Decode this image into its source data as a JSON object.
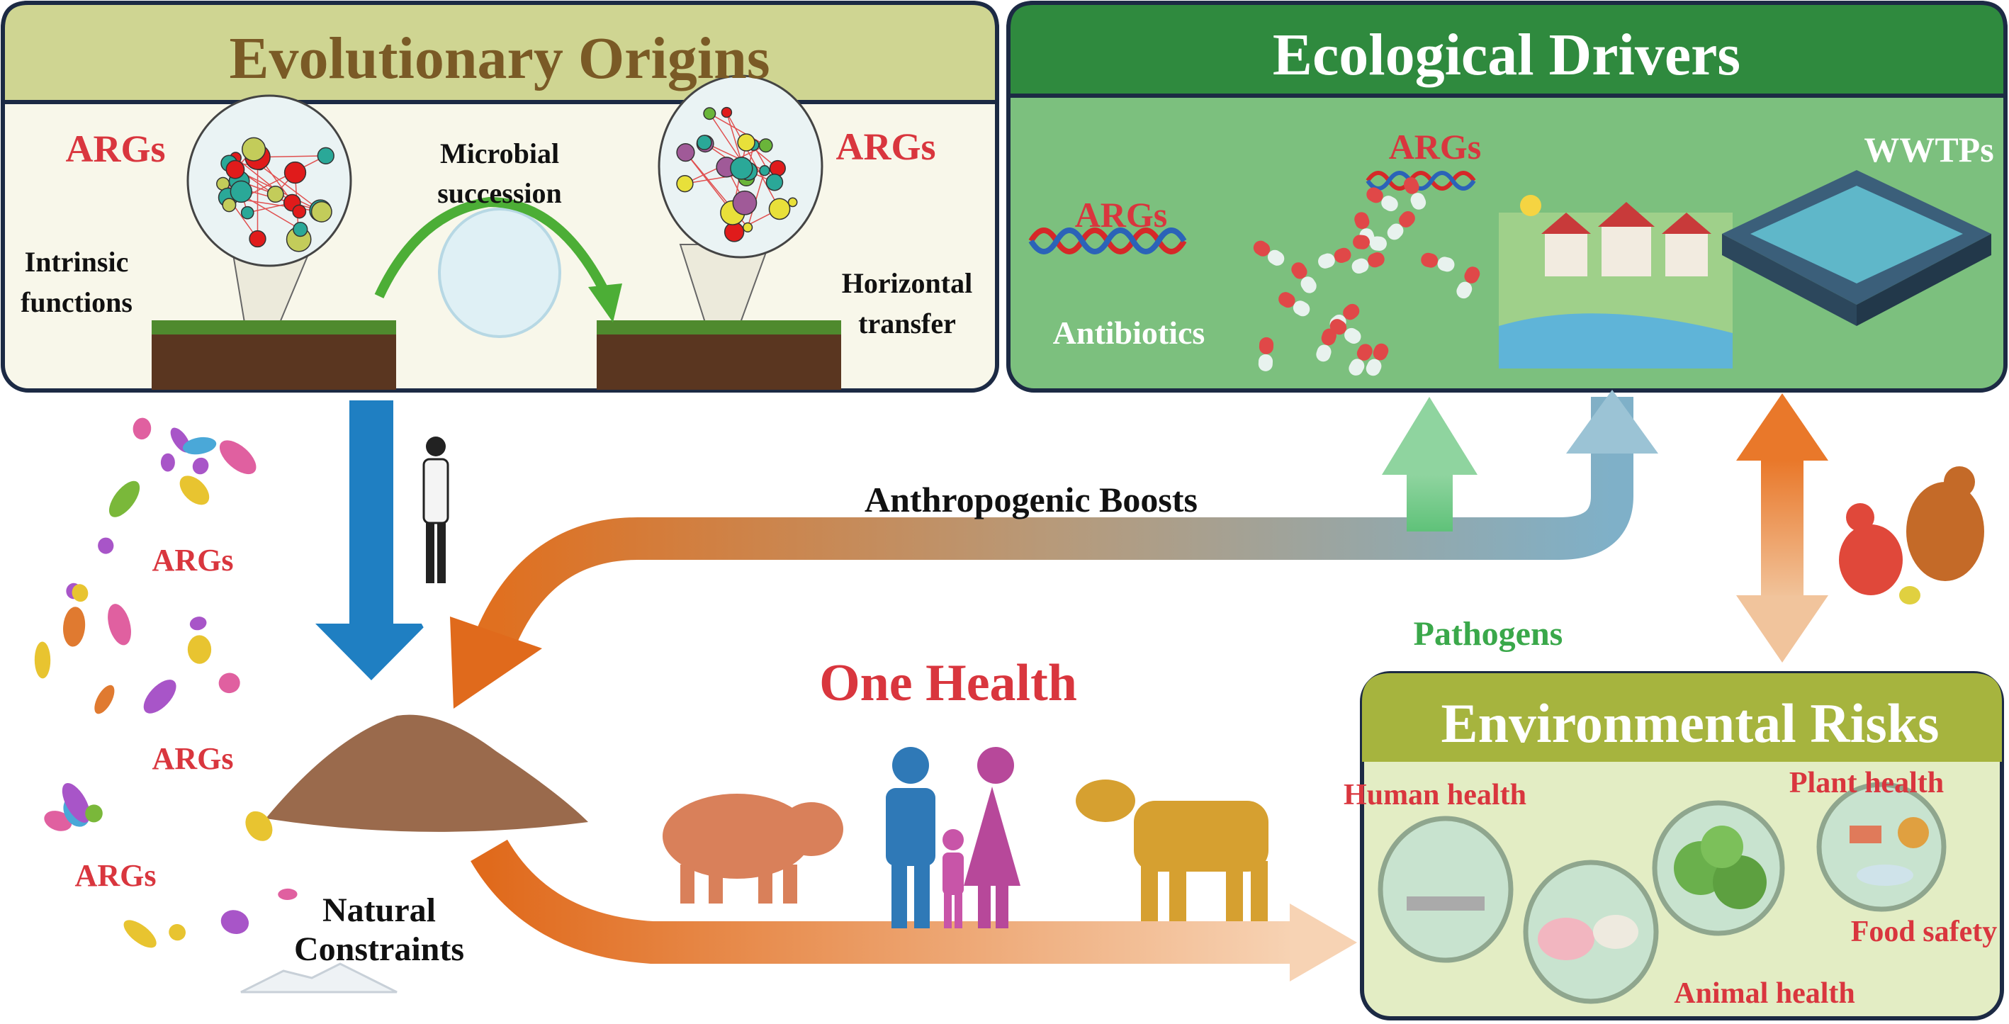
{
  "panels": {
    "evolutionary_origins": {
      "title": "Evolutionary Origins",
      "args_left": "ARGs",
      "args_right": "ARGs",
      "microbial_1": "Microbial",
      "microbial_2": "succession",
      "intrinsic_1": "Intrinsic",
      "intrinsic_2": "functions",
      "horizontal_1": "Horizontal",
      "horizontal_2": "transfer"
    },
    "ecological_drivers": {
      "title": "Ecological Drivers",
      "args_1": "ARGs",
      "args_2": "ARGs",
      "wwtps": "WWTPs",
      "antibiotics": "Antibiotics"
    },
    "environmental_risks": {
      "title": "Environmental Risks",
      "human_health": "Human health",
      "plant_health": "Plant health",
      "food_safety": "Food safety",
      "animal_health": "Animal health"
    }
  },
  "center": {
    "anthropogenic_boosts": "Anthropogenic Boosts",
    "one_health": "One Health",
    "pathogens": "Pathogens",
    "natural_1": "Natural",
    "natural_2": "Constraints",
    "args_a": "ARGs",
    "args_b": "ARGs",
    "args_c": "ARGs"
  },
  "colors": {
    "evo_header": "#cfd592",
    "evo_title": "#7a5a26",
    "eco_header": "#2f8a3e",
    "eco_body": "#7cc07e",
    "env_header": "#a6b43e",
    "env_body": "#e3edc4",
    "red_label": "#d9363e",
    "pathogens": "#3aa84a"
  }
}
